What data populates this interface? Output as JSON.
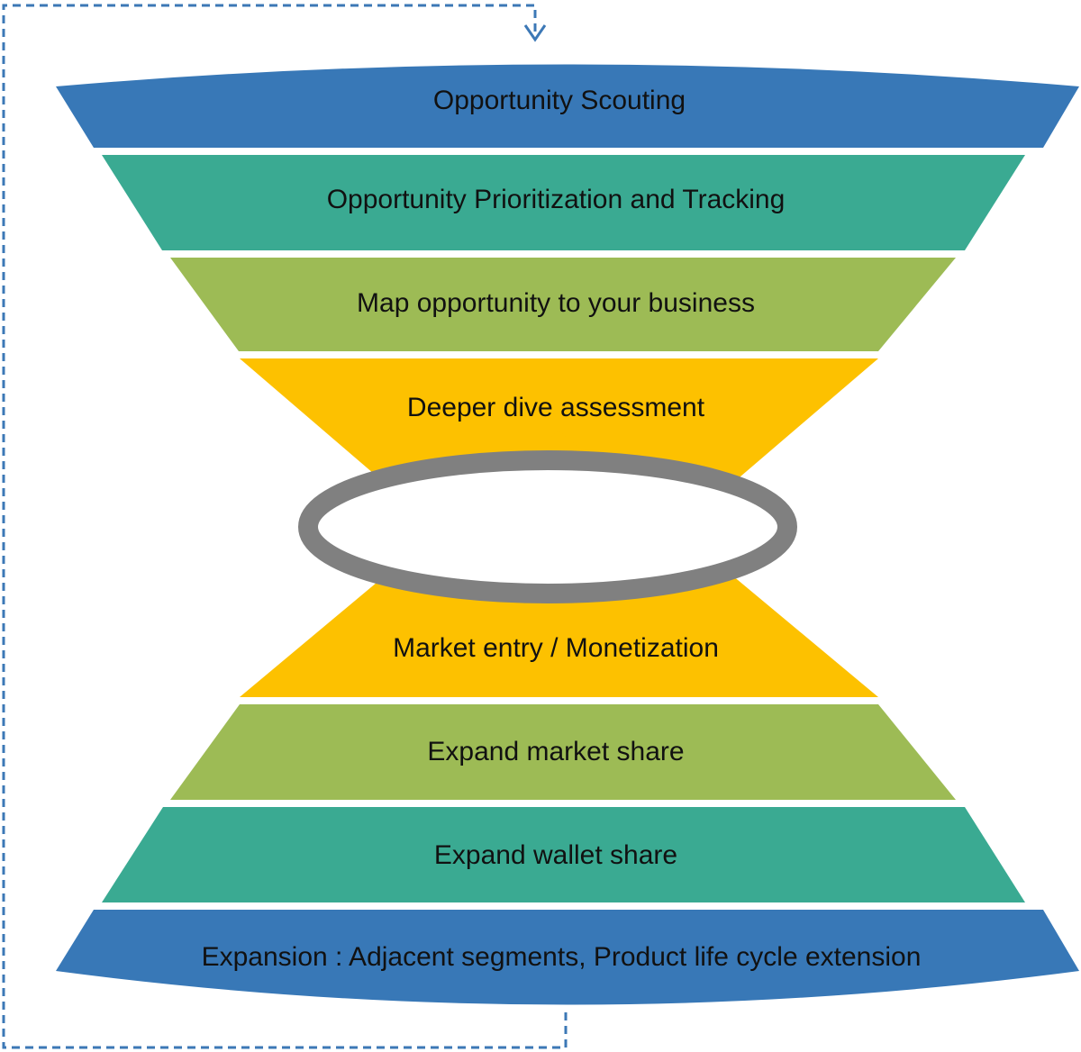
{
  "colors": {
    "blue": "#3878b7",
    "teal": "#3aaa92",
    "green": "#9dbb55",
    "yellow": "#fdc100",
    "ring": "#808080",
    "connector": "#3c78b6"
  },
  "stages": {
    "s1": "Opportunity Scouting",
    "s2": "Opportunity Prioritization and Tracking",
    "s3": "Map opportunity to your business",
    "s4": "Deeper dive assessment",
    "s5": "Market entry / Monetization",
    "s6": "Expand market share",
    "s7": "Expand wallet share",
    "s8": "Expansion : Adjacent segments, Product life cycle extension"
  },
  "icons": {
    "feedback_arrow": "arrow-down-icon"
  }
}
